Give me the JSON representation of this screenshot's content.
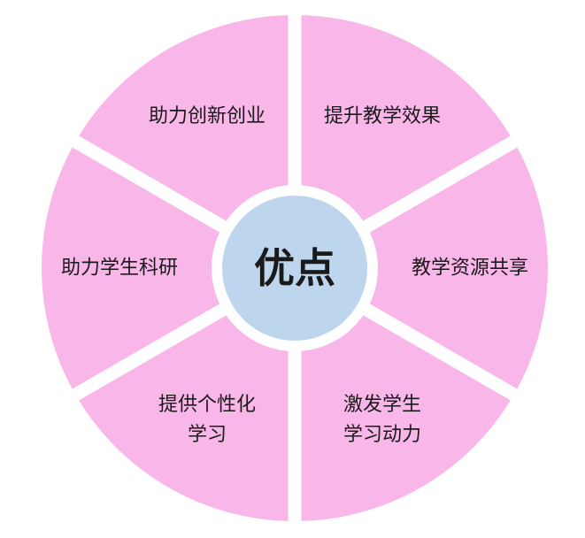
{
  "center": {
    "label": "优点",
    "color": "#bdd6ee"
  },
  "ring": {
    "color": "#f9b6e9",
    "gap_color": "#ffffff"
  },
  "segments": [
    {
      "lines": [
        "提升教学效果"
      ]
    },
    {
      "lines": [
        "教学资源共享"
      ]
    },
    {
      "lines": [
        "激发学生",
        "学习动力"
      ]
    },
    {
      "lines": [
        "提供个性化",
        "学习"
      ]
    },
    {
      "lines": [
        "助力学生科研"
      ]
    },
    {
      "lines": [
        "助力创新创业"
      ]
    }
  ]
}
